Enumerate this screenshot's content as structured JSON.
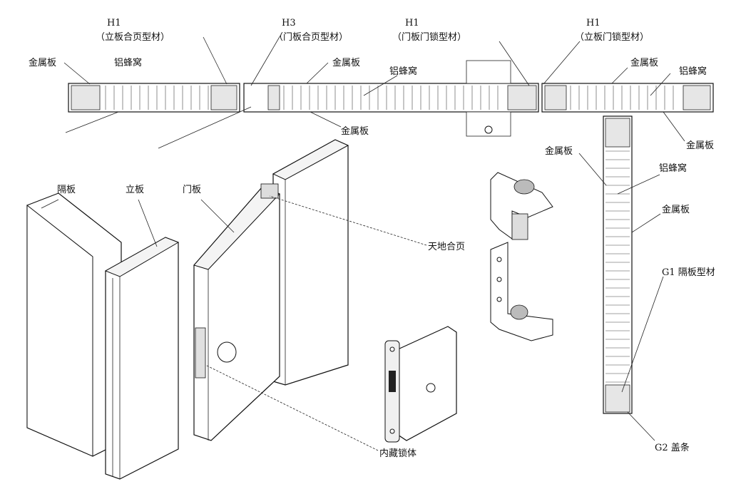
{
  "labels": {
    "h1_a_code": "H1",
    "h1_a_name": "（立板合页型材）",
    "h3_code": "H3",
    "h3_name": "（门板合页型材）",
    "h1_b_code": "H1",
    "h1_b_name": "（门板门锁型材）",
    "h1_c_code": "H1",
    "h1_c_name": "（立板门锁型材）",
    "metal_plate": "金属板",
    "honeycomb": "铝蜂窝",
    "partition": "隔板",
    "upright": "立板",
    "door": "门板",
    "pivot_hinge": "天地合页",
    "concealed_lock": "内藏锁体",
    "g1": "G1 隔板型材",
    "g2": "G2 盖条"
  }
}
